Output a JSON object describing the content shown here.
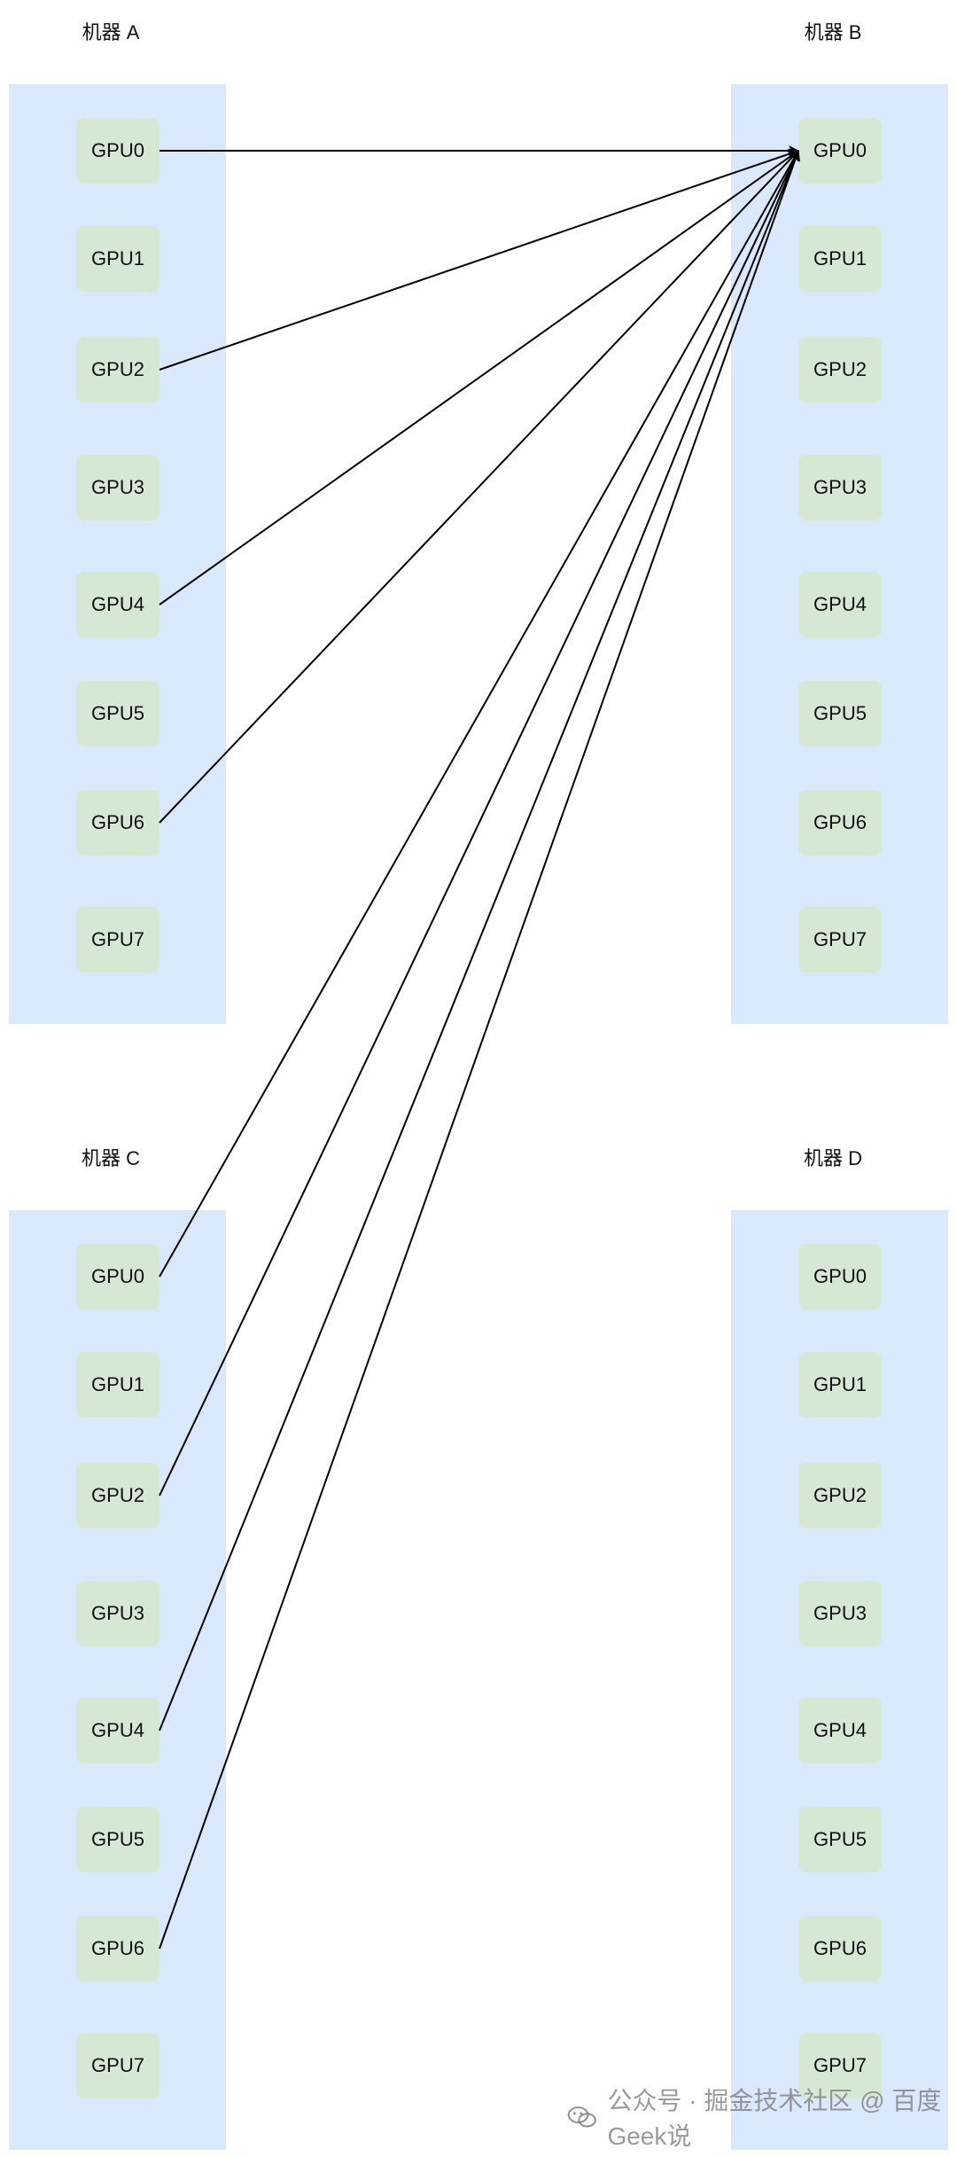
{
  "machines": [
    {
      "id": "a",
      "label": "机器 A",
      "gpus": [
        "GPU0",
        "GPU1",
        "GPU2",
        "GPU3",
        "GPU4",
        "GPU5",
        "GPU6",
        "GPU7"
      ]
    },
    {
      "id": "b",
      "label": "机器 B",
      "gpus": [
        "GPU0",
        "GPU1",
        "GPU2",
        "GPU3",
        "GPU4",
        "GPU5",
        "GPU6",
        "GPU7"
      ]
    },
    {
      "id": "c",
      "label": "机器 C",
      "gpus": [
        "GPU0",
        "GPU1",
        "GPU2",
        "GPU3",
        "GPU4",
        "GPU5",
        "GPU6",
        "GPU7"
      ]
    },
    {
      "id": "d",
      "label": "机器 D",
      "gpus": [
        "GPU0",
        "GPU1",
        "GPU2",
        "GPU3",
        "GPU4",
        "GPU5",
        "GPU6",
        "GPU7"
      ]
    }
  ],
  "links": [
    {
      "from": "A.GPU0",
      "to": "B.GPU0"
    },
    {
      "from": "A.GPU2",
      "to": "B.GPU0"
    },
    {
      "from": "A.GPU4",
      "to": "B.GPU0"
    },
    {
      "from": "A.GPU6",
      "to": "B.GPU0"
    },
    {
      "from": "C.GPU0",
      "to": "B.GPU0"
    },
    {
      "from": "C.GPU2",
      "to": "B.GPU0"
    },
    {
      "from": "C.GPU4",
      "to": "B.GPU0"
    },
    {
      "from": "C.GPU6",
      "to": "B.GPU0"
    }
  ],
  "colors": {
    "machine_panel": "#dae8fc",
    "gpu_box": "#d5e8d4",
    "link": "#000000"
  },
  "watermark": {
    "icon": "wechat-icon",
    "text": "公众号 · 掘金技术社区 @ 百度Geek说"
  }
}
